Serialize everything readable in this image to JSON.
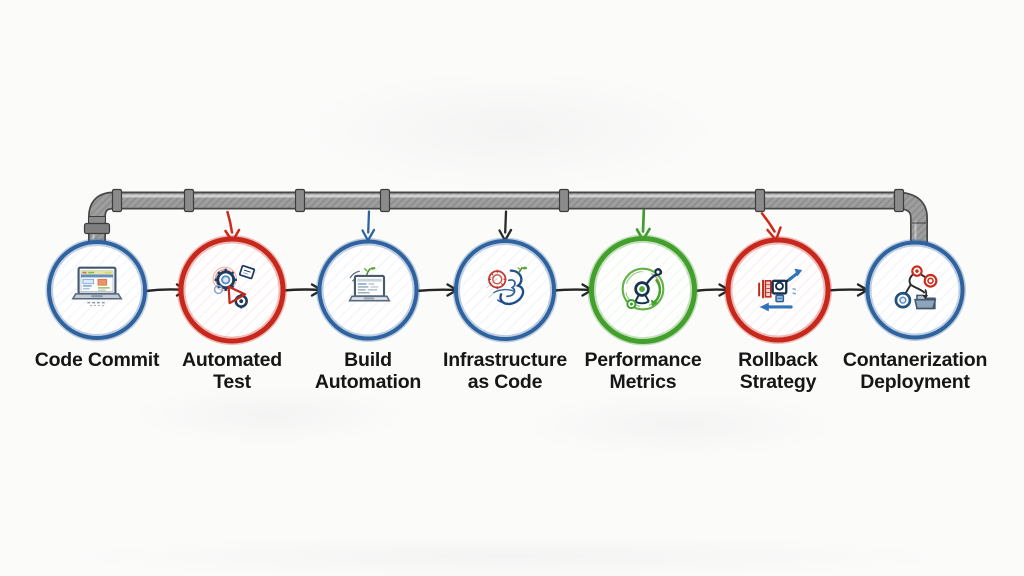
{
  "diagram": {
    "type": "pipeline-flow",
    "background_color": "#fbfbfa",
    "pipe": {
      "description": "metal pipe running above nodes, elbows down into first and last node",
      "body_color": "#9e9e9e",
      "outline_color": "#474747"
    },
    "connector_color": "#252525",
    "nodes": [
      {
        "id": "code-commit",
        "line1": "Code Commit",
        "line2": "",
        "circle_color": "#2f639f",
        "icon": "laptop-code-icon",
        "incoming": "pipe-elbow"
      },
      {
        "id": "automated-test",
        "line1": "Automated",
        "line2": "Test",
        "circle_color": "#c8281c",
        "icon": "test-gears-icon",
        "incoming_arrow_color": "#cc2a1a"
      },
      {
        "id": "build-automation",
        "line1": "Build",
        "line2": "Automation",
        "circle_color": "#2f639f",
        "icon": "laptop-build-icon",
        "incoming_arrow_color": "#2f639f"
      },
      {
        "id": "infrastructure-as-code",
        "line1": "Infrastructure",
        "line2": "as Code",
        "circle_color": "#2f639f",
        "icon": "globe-code-icon",
        "incoming_arrow_color": "#2a2a2a"
      },
      {
        "id": "performance-metrics",
        "line1": "Performance",
        "line2": "Metrics",
        "circle_color": "#43a02c",
        "icon": "stethoscope-gauge-icon",
        "incoming_arrow_color": "#3f9e2d"
      },
      {
        "id": "rollback-strategy",
        "line1": "Rollback",
        "line2": "Strategy",
        "circle_color": "#c8281c",
        "icon": "rollback-arrows-icon",
        "incoming_arrow_color": "#cc2a1a"
      },
      {
        "id": "contanerization-deployment",
        "line1": "Contanerization",
        "line2": "Deployment",
        "circle_color": "#2f639f",
        "icon": "container-folder-icon",
        "incoming": "pipe-elbow"
      }
    ]
  }
}
